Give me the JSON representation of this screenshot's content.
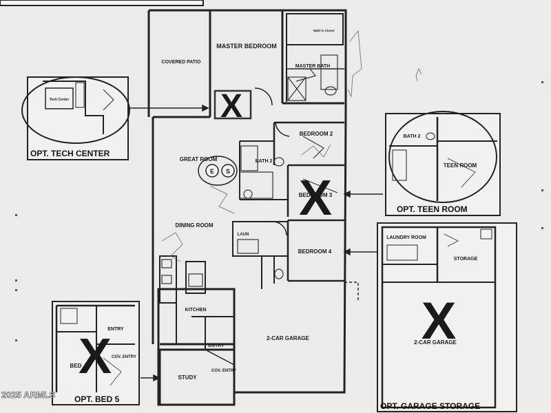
{
  "plan": {
    "rooms": {
      "covered_patio": "COVERED PATIO",
      "master_bedroom": "MASTER BEDROOM",
      "master_closet": "Walk-in Closet",
      "master_bath": "MASTER BATH",
      "great_room": "GREAT ROOM",
      "bedroom_2": "BEDROOM 2",
      "bath_2": "BATH 2",
      "bedroom_3": "BEDROOM 3",
      "dining_room": "DINING ROOM",
      "laun": "LAUN",
      "bedroom_4": "BEDROOM 4",
      "kitchen": "KITCHEN",
      "entry": "ENTRY",
      "study": "STUDY",
      "cov_entry": "COV. ENTRY",
      "garage": "2-CAR GARAGE"
    },
    "fireplace_letters": [
      "E",
      "S"
    ]
  },
  "options": {
    "tech_center": {
      "caption": "OPT. TECH CENTER",
      "room": "Tech Center"
    },
    "teen_room": {
      "caption": "OPT. TEEN ROOM",
      "room": "TEEN ROOM",
      "bath": "BATH 2"
    },
    "bed5": {
      "caption": "OPT. BED 5",
      "room": "BED",
      "entry": "ENTRY",
      "cov_entry": "COV. ENTRY"
    },
    "garage_storage": {
      "caption": "OPT. GARAGE STORAGE",
      "laundry": "LAUNDRY ROOM",
      "storage": "STORAGE",
      "garage": "2-CAR GARAGE"
    }
  },
  "marks": {
    "x": "X"
  },
  "watermark": "2025 ARMLS"
}
